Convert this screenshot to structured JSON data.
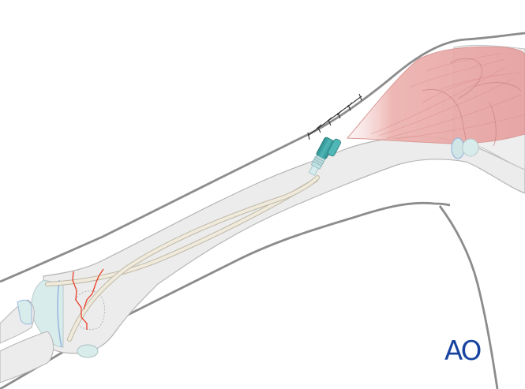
{
  "figure": {
    "type": "anatomical illustration",
    "subject": "upper limb with elastic stable intramedullary nailing of distal humerus fracture",
    "elements": [
      "skin-contour",
      "humerus-bone",
      "elastic-nails",
      "end-cap-inserter",
      "skin-suture",
      "deltoid-muscle",
      "shoulder-joint",
      "elbow-joint",
      "fracture-lines"
    ]
  },
  "colors": {
    "skin_outline": "#8c8c8c",
    "bone_fill": "#ececec",
    "bone_outline": "#b5b5b5",
    "nail_fill": "#efeadb",
    "implant_teal": "#3aa3a3",
    "implant_light": "#bfe0e3",
    "muscle_fill": "#e9a3a3",
    "fracture_line": "#e8402a",
    "cartilage_blue": "#9bb8dc",
    "logo_blue": "#1844a0"
  },
  "logo": {
    "text": "AO",
    "color": "#1844a0"
  }
}
